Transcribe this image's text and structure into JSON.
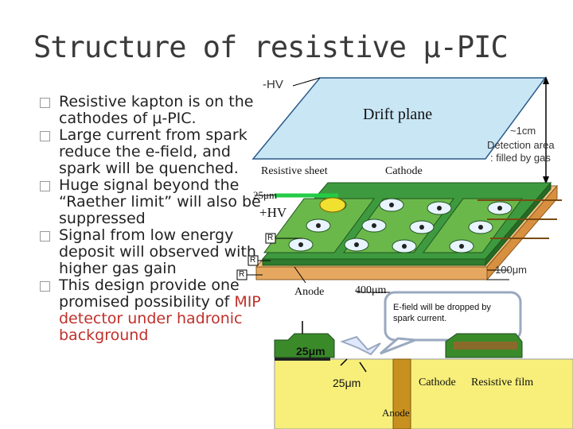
{
  "title": "Structure of resistive μ-PIC",
  "bullets": [
    {
      "text": "Resistive kapton is on the cathodes of μ-PIC.",
      "highlight": ""
    },
    {
      "text": "Large current from spark reduce the e-field, and spark will be quenched.",
      "highlight": ""
    },
    {
      "text": "Huge signal beyond the “Raether limit” will also be suppressed",
      "highlight": ""
    },
    {
      "text": "Signal from low energy deposit will observed with higher gas gain",
      "highlight": ""
    },
    {
      "text": "This design provide one promised possibility of ",
      "highlight": "MIP detector under hadronic background"
    }
  ],
  "diagram": {
    "minus_hv": "-HV",
    "drift_plane": "Drift plane",
    "gap": "~1cm",
    "detection_area_1": "Detection area",
    "detection_area_2": ": filled by gas",
    "resistive_sheet": "Resistive sheet",
    "cathode_top": "Cathode",
    "thickness_25": "25μm",
    "plus_hv": "+HV",
    "resistor": "R",
    "depth_100": "100μm",
    "anode": "Anode",
    "pitch_400": "400μm",
    "callout": "E-field will be dropped by spark current.",
    "cross_25a": "25μm",
    "cross_25b": "25μm",
    "cross_cathode": "Cathode",
    "cross_resistive": "Resistive film",
    "cross_anode": "Anode"
  }
}
